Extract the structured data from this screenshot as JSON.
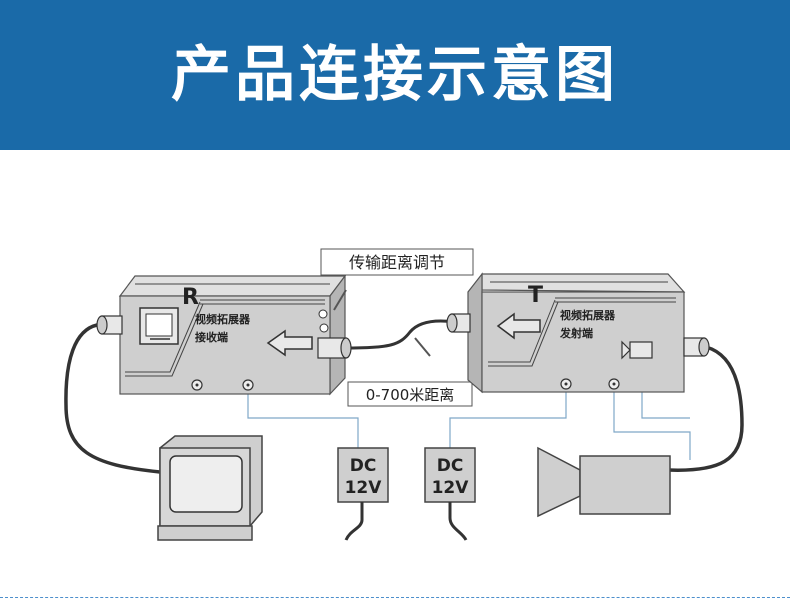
{
  "header": {
    "title": "产品连接示意图"
  },
  "labels": {
    "distance_adjust": "传输距离调节",
    "distance_range": "0-700米距离"
  },
  "receiver": {
    "letter": "R",
    "name": "视频拓展器",
    "role": "接收端"
  },
  "transmitter": {
    "letter": "T",
    "name": "视频拓展器",
    "role": "发射端"
  },
  "power_left": {
    "line1": "DC",
    "line2": "12V"
  },
  "power_right": {
    "line1": "DC",
    "line2": "12V"
  },
  "colors": {
    "banner": "#1a6aa8",
    "box_fill": "#cfcfcf",
    "box_stroke": "#555555",
    "cable": "#333333",
    "thin_wire": "#7fa8c8"
  }
}
